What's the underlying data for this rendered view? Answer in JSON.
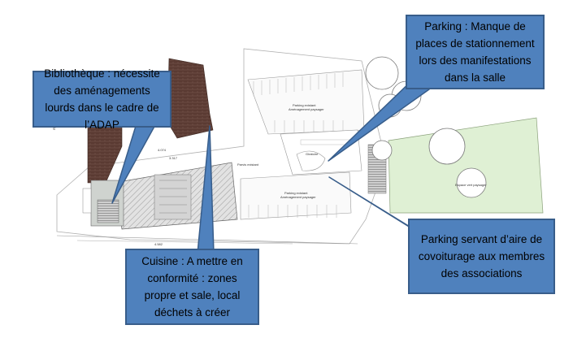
{
  "callouts": {
    "bibliotheque": "Bibliothèque : nécessite des aménagements lourds dans le cadre de l’ADAP",
    "parking_places": "Parking : Manque de places de stationnement lors des manifestations dans la salle",
    "parking_covoiturage": "Parking servant d’aire de covoiturage aux membres des associations",
    "cuisine": "Cuisine : A mettre en conformité : zones propre et sale, local déchets à créer"
  },
  "plan_labels": {
    "rue": "Rue d",
    "parking_top": "Parking existant",
    "parking_top_sub": "Aménagement paysager",
    "parking_bottom": "Parking existant",
    "parking_bottom_sub": "Aménagement paysager",
    "parvis": "Parvis existant",
    "giratoire": "Giratoire",
    "espace_vert": "Espace vert paysager",
    "dim_1": "4.074",
    "dim_2": "3.317",
    "dim_3": "4.582"
  },
  "colors": {
    "callout_fill": "#4f81bd",
    "callout_border": "#385d8a",
    "green_area": "#dff0d4",
    "brick": "#5a3a32"
  }
}
